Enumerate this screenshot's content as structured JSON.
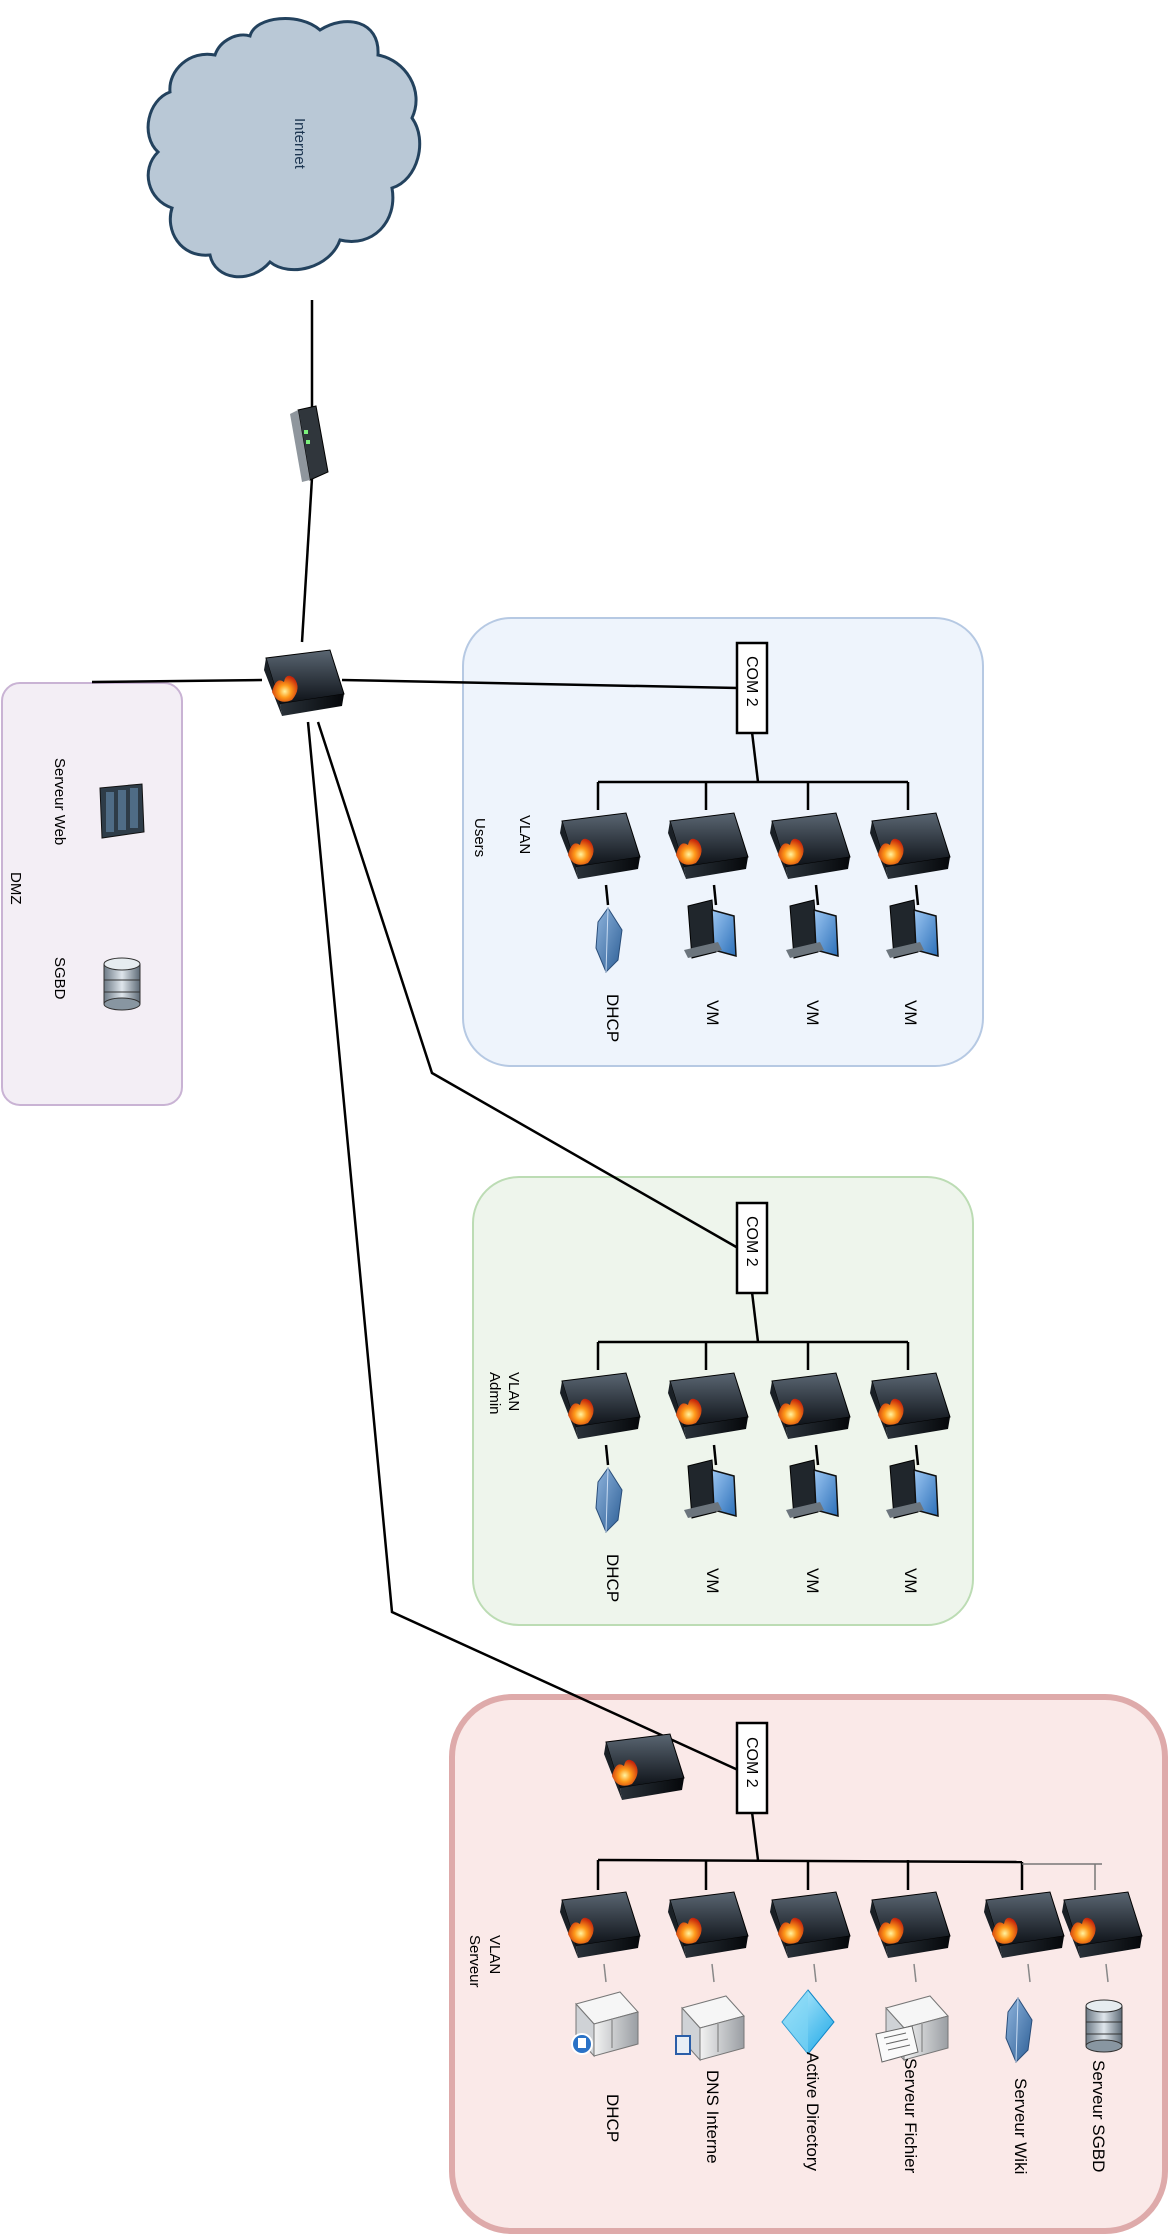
{
  "cloud": {
    "label": "Internet"
  },
  "dmz": {
    "zone_label": "DMZ",
    "web_label": "Serveur Web",
    "db_label": "SGBD"
  },
  "vlan_users": {
    "title_line1": "VLAN",
    "title_line2": "Users",
    "switch_label": "COM 2",
    "devices": [
      "DHCP",
      "VM",
      "VM",
      "VM"
    ]
  },
  "vlan_admin": {
    "title_line1": "VLAN",
    "title_line2": "Admin",
    "switch_label": "COM 2",
    "devices": [
      "DHCP",
      "VM",
      "VM",
      "VM"
    ]
  },
  "vlan_server": {
    "title_line1": "VLAN",
    "title_line2": "Serveur",
    "switch_label": "COM 2",
    "devices": [
      "DHCP",
      "DNS Interne",
      "Active Directory",
      "Serveur Fichier",
      "Serveur Wiki",
      "Serveur SGBD"
    ]
  },
  "colors": {
    "cloud_fill": "#b9c8d6",
    "cloud_stroke": "#23425e",
    "dmz_fill": "#f3eef5",
    "dmz_stroke": "#c9b3d4",
    "users_fill": "#eef4fc",
    "users_stroke": "#b6c9e3",
    "admin_fill": "#eef5ec",
    "admin_stroke": "#bcdcb4",
    "server_fill": "#fae9e8",
    "server_stroke": "#deaaaa"
  }
}
